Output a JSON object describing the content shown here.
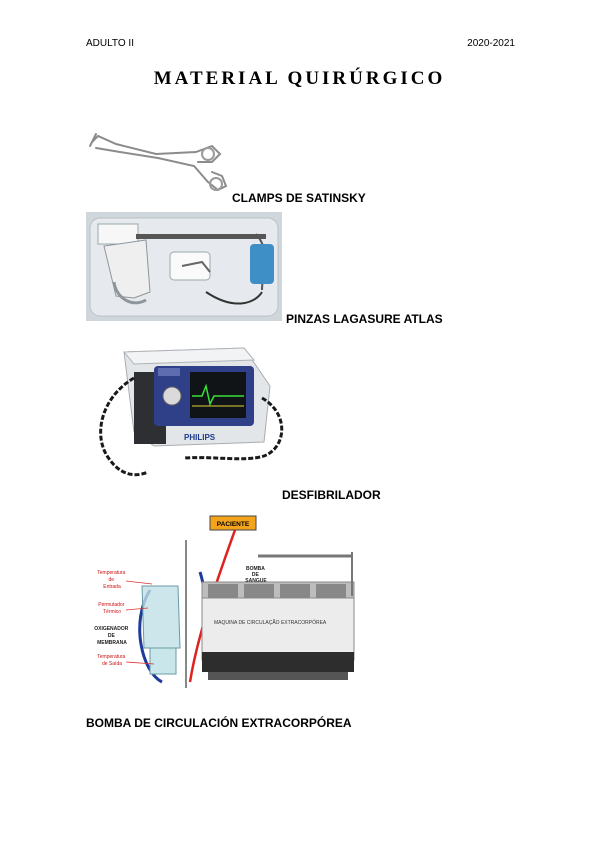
{
  "header": {
    "left": "ADULTO II",
    "right": "2020-2021"
  },
  "title": "MATERIAL QUIRÚRGICO",
  "items": [
    {
      "caption": "CLAMPS DE SATINSKY"
    },
    {
      "caption": "PINZAS LAGASURE ATLAS"
    },
    {
      "caption": "DESFIBRILADOR",
      "image_text": {
        "brand": "PHILIPS"
      }
    },
    {
      "caption": "BOMBA DE CIRCULACIÓN EXTRACORPÓREA",
      "image_text": {
        "patient": "PACIENTE",
        "temp_in": [
          "Temperatura",
          "de",
          "Entrada"
        ],
        "exchanger": [
          "Permutador",
          "Térmico"
        ],
        "oxygenator": [
          "OXIGENADOR",
          "DE",
          "MEMBRANA"
        ],
        "temp_out": [
          "Temperatura",
          "de Saída"
        ],
        "pump": [
          "BOMBA",
          "DE",
          "SANGUE"
        ],
        "machine": "MAQUINA DE CIRCULAÇÃO EXTRACORPÓREA"
      }
    }
  ]
}
